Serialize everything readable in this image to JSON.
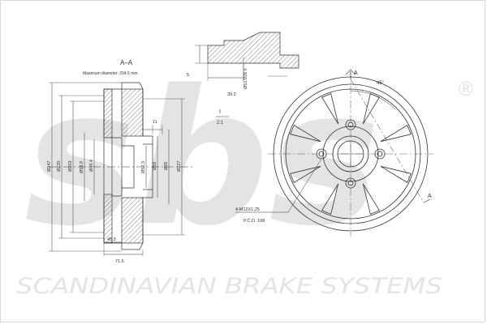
{
  "watermark": {
    "logo_text": "sbs",
    "registered_mark": "®",
    "tagline": "SCANDINAVIAN BRAKE SYSTEMS"
  },
  "section_view": {
    "title": "A–A",
    "max_diameter_note": "Maximum diameter: 204.5 mm",
    "dim_d247": "Ø247",
    "dim_d220": "Ø220",
    "dim_d203": "Ø203",
    "dim_d58_9": "Ø58.9",
    "dim_d49_4": "Ø49.4",
    "dim_d52_3": "Ø52.3",
    "dim_d56": "Ø56",
    "dim_d65": "Ø65",
    "dim_d227": "Ø227",
    "dim_11": "11",
    "dim_45_3": "45.3",
    "dim_71_5": "71.5"
  },
  "detail_view": {
    "label": "I",
    "scale": "2:1",
    "dim_5": "5",
    "dim_d51_928": "Ø51.928 ±",
    "dim_39_2": "39.2"
  },
  "front_view": {
    "section_marker_top": "A",
    "section_marker_bottom": "A",
    "angle": "45°",
    "bolt_note": "4-M12X1.25",
    "pcd_note": "P.C.D. 108"
  },
  "colors": {
    "line": "#333333",
    "watermark": "#e4e4e4",
    "hatch": "#555555"
  }
}
